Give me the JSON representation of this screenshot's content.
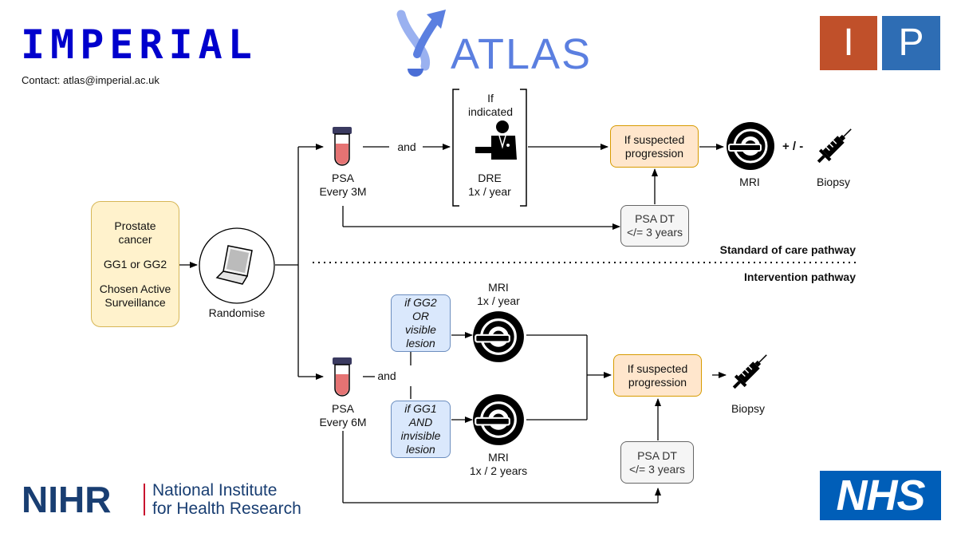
{
  "header": {
    "imperial_logo": "IMPERIAL",
    "contact": "Contact: atlas@imperial.ac.uk",
    "atlas_logo": "ATLAS",
    "ip_logo": [
      "I",
      "P"
    ]
  },
  "start": {
    "lines": [
      "Prostate",
      "cancer",
      "GG1 or GG2",
      "Chosen Active",
      "Surveillance"
    ],
    "randomise": "Randomise"
  },
  "standard": {
    "psa": [
      "PSA",
      "Every 3M"
    ],
    "and": "and",
    "dre_top": [
      "If",
      "indicated"
    ],
    "dre_bottom": [
      "DRE",
      "1x / year"
    ],
    "suspected": [
      "If suspected",
      "progression"
    ],
    "mri": "MRI",
    "plus_minus": "+ / -",
    "biopsy": "Biopsy",
    "psadt": [
      "PSA DT",
      "</= 3 years"
    ],
    "pathway_label": "Standard of care pathway"
  },
  "intervention": {
    "pathway_label": "Intervention pathway",
    "psa": [
      "PSA",
      "Every 6M"
    ],
    "and": "and",
    "cond_a": [
      "if GG2",
      "OR",
      "visible",
      "lesion"
    ],
    "cond_b": [
      "if GG1",
      "AND",
      "invisible",
      "lesion"
    ],
    "mri_a": [
      "MRI",
      "1x / year"
    ],
    "mri_b": [
      "MRI",
      "1x / 2 years"
    ],
    "suspected": [
      "If suspected",
      "progression"
    ],
    "biopsy": "Biopsy",
    "psadt": [
      "PSA DT",
      "</= 3 years"
    ]
  },
  "footer": {
    "nihr_logo": "NIHR",
    "nihr_name": [
      "National Institute",
      "for Health Research"
    ],
    "nhs_logo": "NHS"
  },
  "colors": {
    "imperial_blue": "#0000cd",
    "atlas_blue": "#5b7fe0",
    "ip_orange": "#c0502a",
    "ip_blue": "#2e6db4",
    "nihr_navy": "#193e72",
    "nihr_red": "#c8102e",
    "nhs_blue": "#005eb8",
    "vial_red": "#e57373"
  }
}
